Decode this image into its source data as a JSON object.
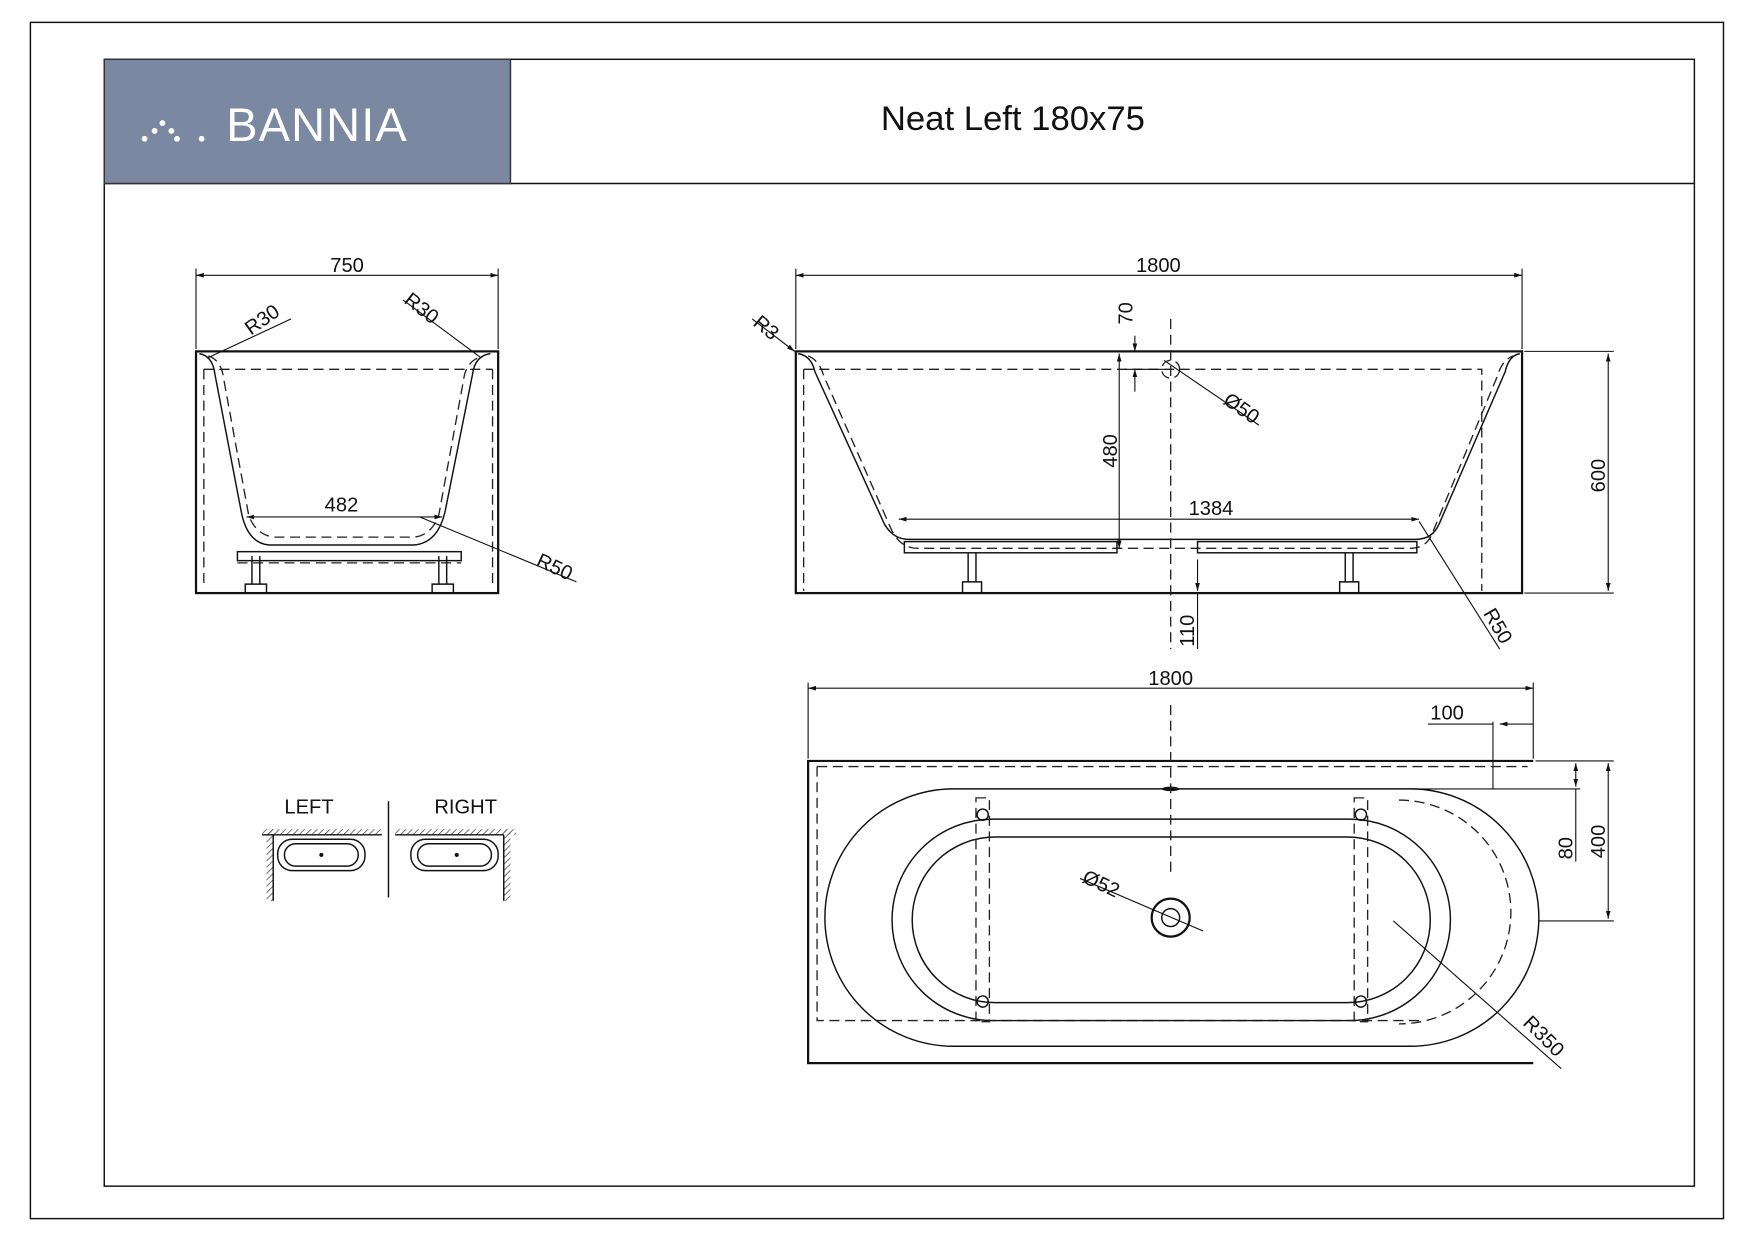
{
  "header": {
    "brand": "BANNIA",
    "title": "Neat Left 180x75",
    "brand_color": "#7a88a2"
  },
  "end_view": {
    "width": "750",
    "radius_left": "R30",
    "radius_right": "R30",
    "bottom_width": "482",
    "bottom_radius": "R50"
  },
  "side_view": {
    "length": "1800",
    "rim_radius": "R3",
    "overflow_offset": "70",
    "overflow_diameter": "Ø50",
    "depth": "480",
    "bottom_length": "1384",
    "height": "600",
    "waste_height": "110",
    "bottom_radius": "R50"
  },
  "plan_view": {
    "length": "1800",
    "offset": "100",
    "rim_offset": "80",
    "straight_width": "400",
    "drain_diameter": "Ø52",
    "corner_radius": "R350"
  },
  "orientation": {
    "left_label": "LEFT",
    "right_label": "RIGHT"
  }
}
